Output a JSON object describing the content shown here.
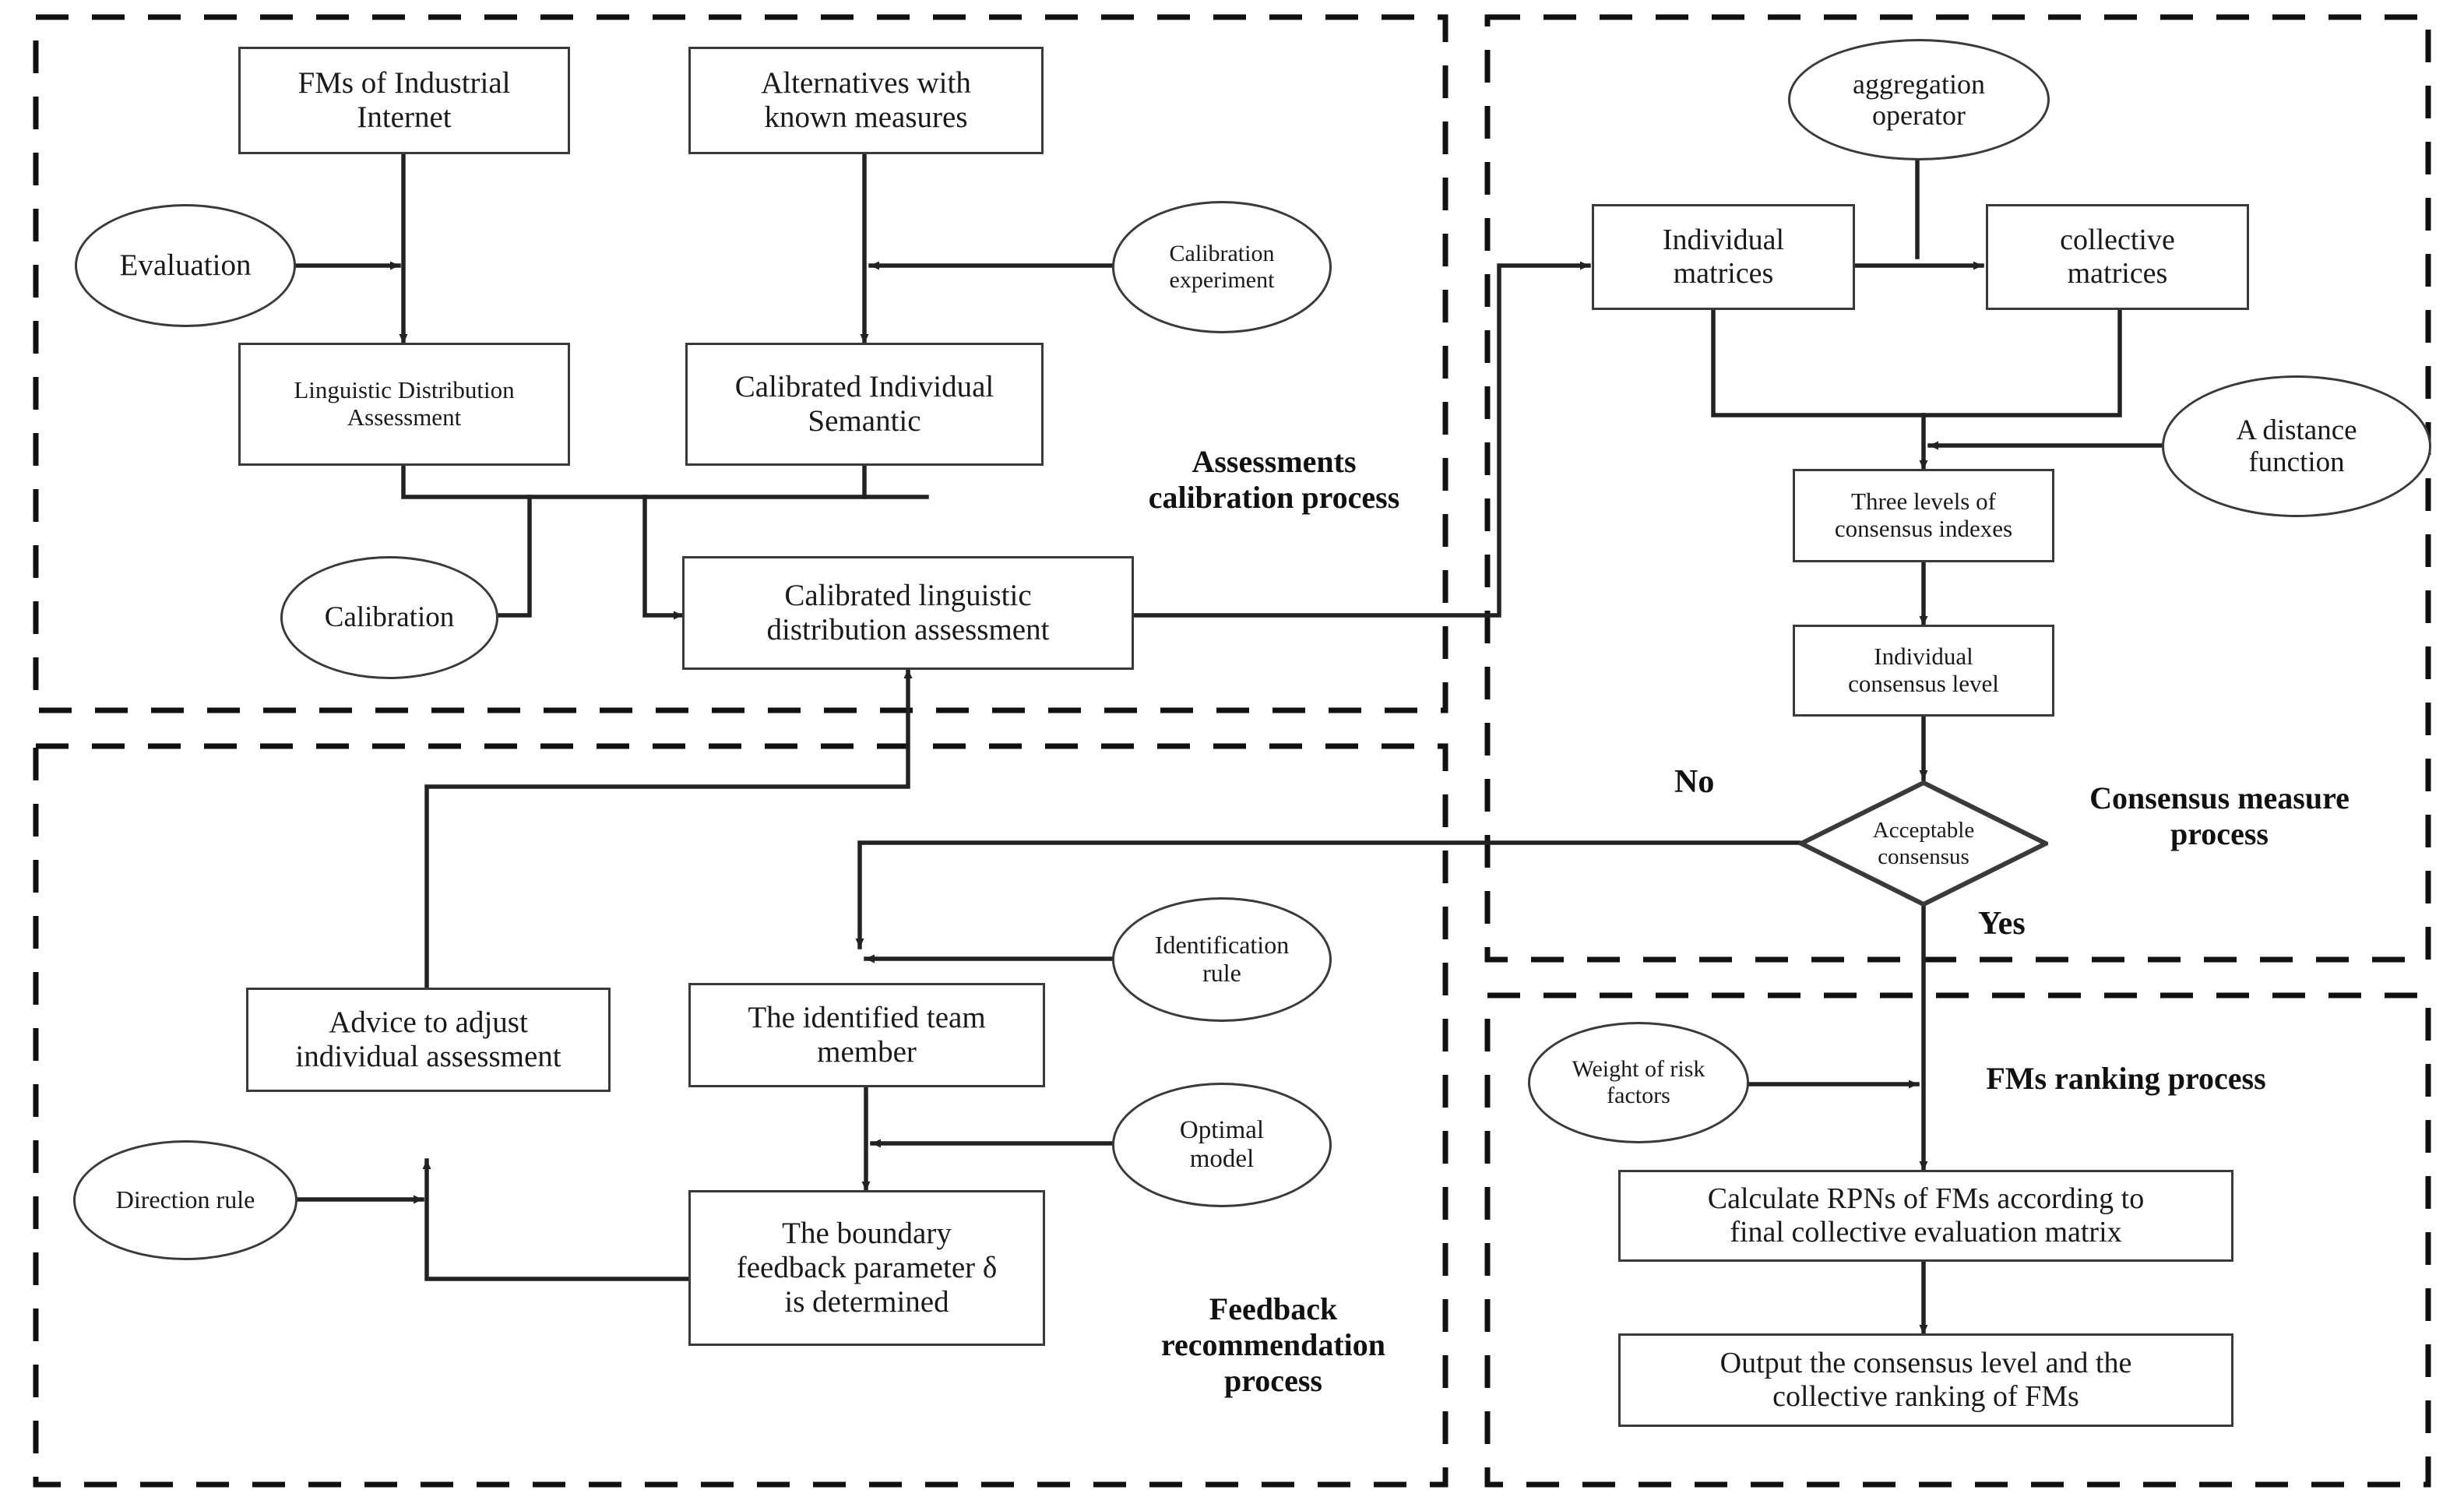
{
  "diagram": {
    "title_present": false,
    "groups": [
      {
        "id": "assessments",
        "label": "Assessments\ncalibration process",
        "label_lines": [
          "Assessments",
          "calibration process"
        ]
      },
      {
        "id": "consensus",
        "label": "Consensus measure\nprocess",
        "label_lines": [
          "Consensus measure",
          "process"
        ]
      },
      {
        "id": "feedback",
        "label": "Feedback\nrecommendation\nprocess",
        "label_lines": [
          "Feedback",
          "recommendation",
          "process"
        ]
      },
      {
        "id": "ranking",
        "label": "FMs ranking process",
        "label_lines": [
          "FMs ranking process"
        ]
      }
    ],
    "nodes": [
      {
        "id": "fms_industrial",
        "shape": "box",
        "lines": [
          "FMs of Industrial",
          "Internet"
        ]
      },
      {
        "id": "alternatives",
        "shape": "box",
        "lines": [
          "Alternatives with",
          "known measures"
        ]
      },
      {
        "id": "evaluation",
        "shape": "ellipse",
        "lines": [
          "Evaluation"
        ]
      },
      {
        "id": "calibration_experiment",
        "shape": "ellipse",
        "lines": [
          "Calibration",
          "experiment"
        ]
      },
      {
        "id": "linguistic_distribution_assessment",
        "shape": "box",
        "lines": [
          "Linguistic Distribution",
          "Assessment"
        ]
      },
      {
        "id": "calibrated_individual_semantic",
        "shape": "box",
        "lines": [
          "Calibrated Individual",
          "Semantic"
        ]
      },
      {
        "id": "calibration",
        "shape": "ellipse",
        "lines": [
          "Calibration"
        ]
      },
      {
        "id": "calibrated_linguistic_distribution_assessment",
        "shape": "box",
        "lines": [
          "Calibrated linguistic",
          "distribution assessment"
        ]
      },
      {
        "id": "aggregation_operator",
        "shape": "ellipse",
        "lines": [
          "aggregation",
          "operator"
        ]
      },
      {
        "id": "individual_matrices",
        "shape": "box",
        "lines": [
          "Individual",
          "matrices"
        ]
      },
      {
        "id": "collective_matrices",
        "shape": "box",
        "lines": [
          "collective",
          "matrices"
        ]
      },
      {
        "id": "distance_function",
        "shape": "ellipse",
        "lines": [
          "A distance",
          "function"
        ]
      },
      {
        "id": "three_levels_consensus_indexes",
        "shape": "box",
        "lines": [
          "Three levels of",
          "consensus indexes"
        ]
      },
      {
        "id": "individual_consensus_level",
        "shape": "box",
        "lines": [
          "Individual",
          "consensus level"
        ]
      },
      {
        "id": "acceptable_consensus",
        "shape": "diamond",
        "lines": [
          "Acceptable",
          "consensus"
        ]
      },
      {
        "id": "advice_to_adjust",
        "shape": "box",
        "lines": [
          "Advice to adjust",
          "individual assessment"
        ]
      },
      {
        "id": "identified_team_member",
        "shape": "box",
        "lines": [
          "The identified team",
          "member"
        ]
      },
      {
        "id": "identification_rule",
        "shape": "ellipse",
        "lines": [
          "Identification",
          "rule"
        ]
      },
      {
        "id": "optimal_model",
        "shape": "ellipse",
        "lines": [
          "Optimal",
          "model"
        ]
      },
      {
        "id": "direction_rule",
        "shape": "ellipse",
        "lines": [
          "Direction rule"
        ]
      },
      {
        "id": "boundary_feedback_parameter",
        "shape": "box",
        "lines": [
          "The boundary",
          "feedback parameter δ",
          "is determined"
        ]
      },
      {
        "id": "weight_of_risk_factors",
        "shape": "ellipse",
        "lines": [
          "Weight of risk",
          "factors"
        ]
      },
      {
        "id": "calculate_rpns",
        "shape": "box",
        "lines": [
          "Calculate RPNs of FMs according to",
          "final collective evaluation matrix"
        ]
      },
      {
        "id": "output_consensus_ranking",
        "shape": "box",
        "lines": [
          "Output the consensus level and the",
          "collective ranking of FMs"
        ]
      }
    ],
    "edge_labels": [
      {
        "id": "no_label",
        "text": "No"
      },
      {
        "id": "yes_label",
        "text": "Yes"
      }
    ]
  }
}
